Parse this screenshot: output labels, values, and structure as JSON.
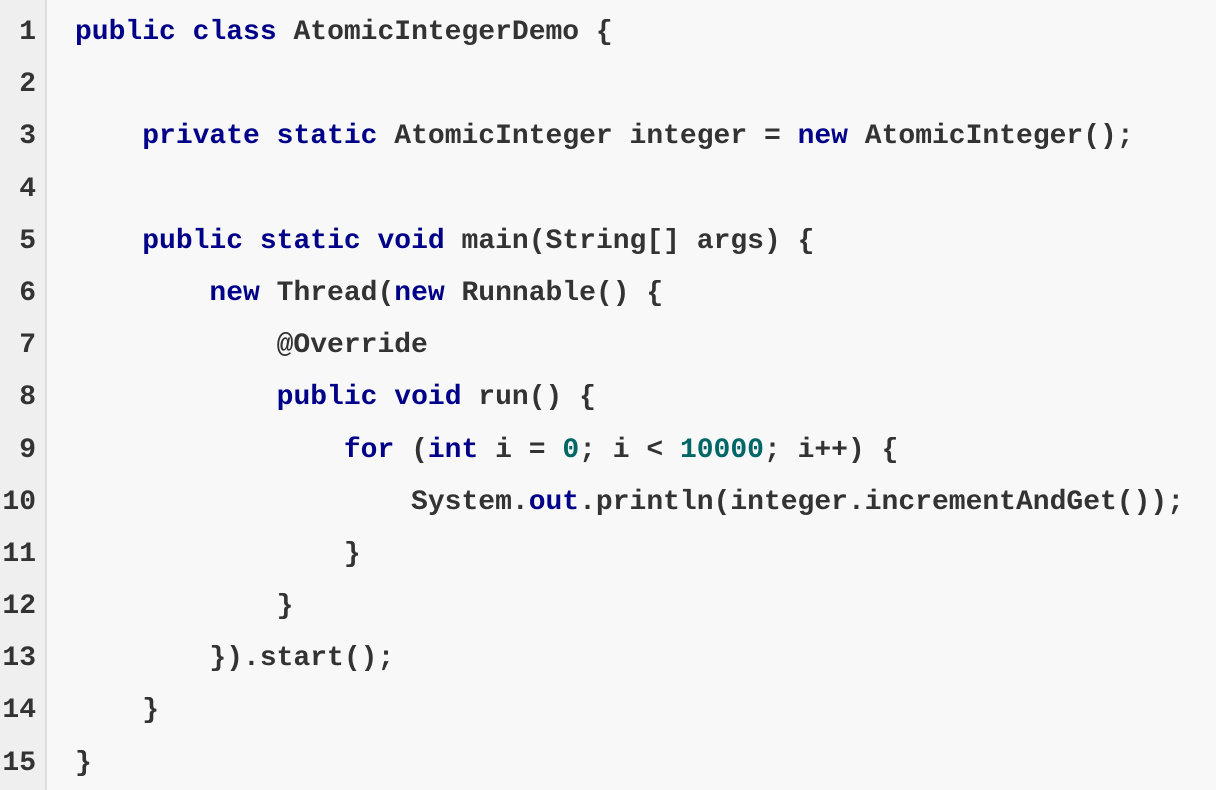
{
  "editor": {
    "language": "java",
    "colors": {
      "code_background": "#f8f8f8",
      "gutter_background": "#efefef",
      "separator": "#dcdcdc",
      "plain_text": "#333333",
      "keyword": "#000088",
      "number_literal": "#006666",
      "line_number": "#333333"
    },
    "lines": [
      {
        "number": "1",
        "segments": [
          {
            "t": "public",
            "c": "kw"
          },
          {
            "t": " ",
            "c": "pl"
          },
          {
            "t": "class",
            "c": "kw"
          },
          {
            "t": " AtomicIntegerDemo {",
            "c": "pl"
          }
        ]
      },
      {
        "number": "2",
        "segments": []
      },
      {
        "number": "3",
        "segments": [
          {
            "t": "    ",
            "c": "pl"
          },
          {
            "t": "private",
            "c": "kw"
          },
          {
            "t": " ",
            "c": "pl"
          },
          {
            "t": "static",
            "c": "kw"
          },
          {
            "t": " AtomicInteger integer = ",
            "c": "pl"
          },
          {
            "t": "new",
            "c": "kw"
          },
          {
            "t": " AtomicInteger();",
            "c": "pl"
          }
        ]
      },
      {
        "number": "4",
        "segments": []
      },
      {
        "number": "5",
        "segments": [
          {
            "t": "    ",
            "c": "pl"
          },
          {
            "t": "public",
            "c": "kw"
          },
          {
            "t": " ",
            "c": "pl"
          },
          {
            "t": "static",
            "c": "kw"
          },
          {
            "t": " ",
            "c": "pl"
          },
          {
            "t": "void",
            "c": "kw"
          },
          {
            "t": " main(String[] args) {",
            "c": "pl"
          }
        ]
      },
      {
        "number": "6",
        "segments": [
          {
            "t": "        ",
            "c": "pl"
          },
          {
            "t": "new",
            "c": "kw"
          },
          {
            "t": " Thread(",
            "c": "pl"
          },
          {
            "t": "new",
            "c": "kw"
          },
          {
            "t": " Runnable() {",
            "c": "pl"
          }
        ]
      },
      {
        "number": "7",
        "segments": [
          {
            "t": "            @Override",
            "c": "pl"
          }
        ]
      },
      {
        "number": "8",
        "segments": [
          {
            "t": "            ",
            "c": "pl"
          },
          {
            "t": "public",
            "c": "kw"
          },
          {
            "t": " ",
            "c": "pl"
          },
          {
            "t": "void",
            "c": "kw"
          },
          {
            "t": " run() {",
            "c": "pl"
          }
        ]
      },
      {
        "number": "9",
        "segments": [
          {
            "t": "                ",
            "c": "pl"
          },
          {
            "t": "for",
            "c": "kw"
          },
          {
            "t": " (",
            "c": "pl"
          },
          {
            "t": "int",
            "c": "kw"
          },
          {
            "t": " i = ",
            "c": "pl"
          },
          {
            "t": "0",
            "c": "num"
          },
          {
            "t": "; i < ",
            "c": "pl"
          },
          {
            "t": "10000",
            "c": "num"
          },
          {
            "t": "; i++) {",
            "c": "pl"
          }
        ]
      },
      {
        "number": "10",
        "segments": [
          {
            "t": "                    System.",
            "c": "pl"
          },
          {
            "t": "out",
            "c": "kw"
          },
          {
            "t": ".println(integer.incrementAndGet());",
            "c": "pl"
          }
        ]
      },
      {
        "number": "11",
        "segments": [
          {
            "t": "                }",
            "c": "pl"
          }
        ]
      },
      {
        "number": "12",
        "segments": [
          {
            "t": "            }",
            "c": "pl"
          }
        ]
      },
      {
        "number": "13",
        "segments": [
          {
            "t": "        }).start();",
            "c": "pl"
          }
        ]
      },
      {
        "number": "14",
        "segments": [
          {
            "t": "    }",
            "c": "pl"
          }
        ]
      },
      {
        "number": "15",
        "segments": [
          {
            "t": "}",
            "c": "pl"
          }
        ]
      }
    ]
  }
}
